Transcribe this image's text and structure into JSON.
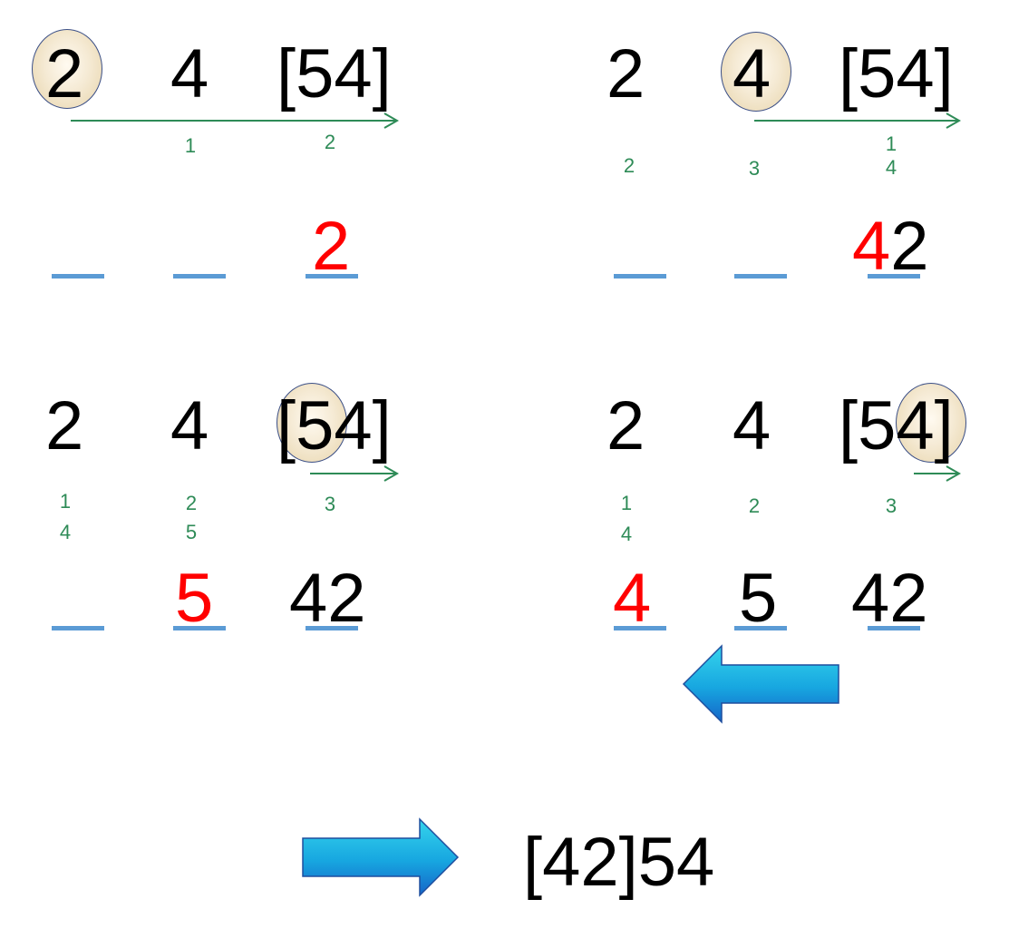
{
  "colors": {
    "result_digit": "#ff0000",
    "step_numbers": "#2e8b57",
    "blanks": "#5b9bd5",
    "arrow_fill": "#1ba9e0"
  },
  "panels": [
    {
      "sequence": [
        "2",
        "4",
        "[54]"
      ],
      "steps": [
        {
          "top": "1",
          "bottom": ""
        },
        {
          "top": "2",
          "bottom": ""
        }
      ],
      "result": [
        {
          "text": "",
          "color": "red"
        },
        {
          "text": "",
          "color": "red"
        },
        {
          "text": "2",
          "color": "red"
        }
      ]
    },
    {
      "sequence": [
        "2",
        "4",
        "[54]"
      ],
      "steps": [
        {
          "top": "2",
          "bottom": ""
        },
        {
          "top": "3",
          "bottom": ""
        },
        {
          "top": "1",
          "bottom": "4"
        }
      ],
      "result_new": "4",
      "result_old": "2"
    },
    {
      "sequence": [
        "2",
        "4",
        "[54]"
      ],
      "steps": [
        {
          "top": "1",
          "bottom": "4"
        },
        {
          "top": "2",
          "bottom": "5"
        },
        {
          "top": "3",
          "bottom": ""
        }
      ],
      "result": [
        {
          "text": "",
          "color": "red"
        },
        {
          "text": "5",
          "color": "red"
        },
        {
          "text": "42",
          "color": "black"
        }
      ]
    },
    {
      "sequence": [
        "2",
        "4",
        "[54]"
      ],
      "steps": [
        {
          "top": "1",
          "bottom": "4"
        },
        {
          "top": "2",
          "bottom": ""
        },
        {
          "top": "3",
          "bottom": ""
        }
      ],
      "result": [
        {
          "text": "4",
          "color": "red"
        },
        {
          "text": "5",
          "color": "black"
        },
        {
          "text": "42",
          "color": "black"
        }
      ]
    }
  ],
  "final_result": "[42]54"
}
